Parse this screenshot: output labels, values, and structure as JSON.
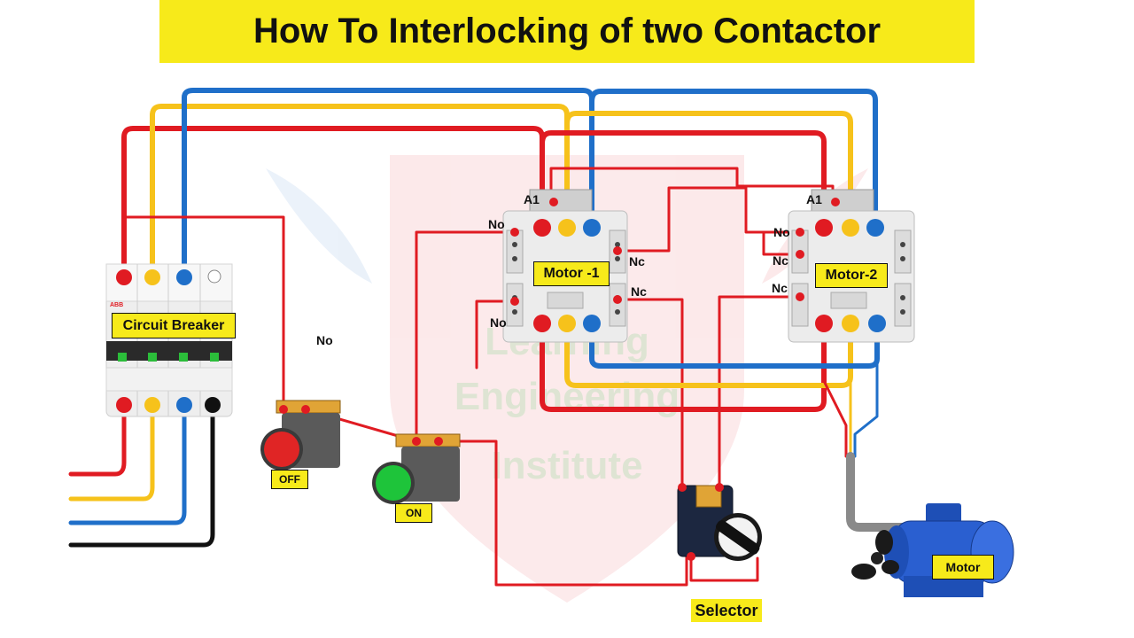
{
  "title": "How To Interlocking of two Contactor",
  "watermark": {
    "line1": "Learning",
    "line2": "Engineering",
    "line3": "Institute"
  },
  "components": {
    "circuit_breaker": {
      "label": "Circuit Breaker",
      "brand": "ABB"
    },
    "contactor1": {
      "label": "Motor -1",
      "a1": "A1",
      "no_top": "No",
      "nc_right_top": "Nc",
      "nc_right_bottom": "Nc",
      "no_bottom": "No"
    },
    "contactor2": {
      "label": "Motor-2",
      "a1": "A1",
      "no": "No",
      "nc_top": "Nc",
      "nc_bottom": "Nc"
    },
    "off_button": {
      "label": "OFF",
      "color": "#e02525"
    },
    "on_button": {
      "label": "ON",
      "color": "#1ec43a"
    },
    "selector": {
      "label": "Selector"
    },
    "motor": {
      "label": "Motor"
    },
    "free_label": "No"
  },
  "wire_colors": {
    "red": "#e01b22",
    "yellow": "#f6c21b",
    "blue": "#1f6fc9",
    "black": "#111111",
    "grey": "#8a8a8a"
  }
}
